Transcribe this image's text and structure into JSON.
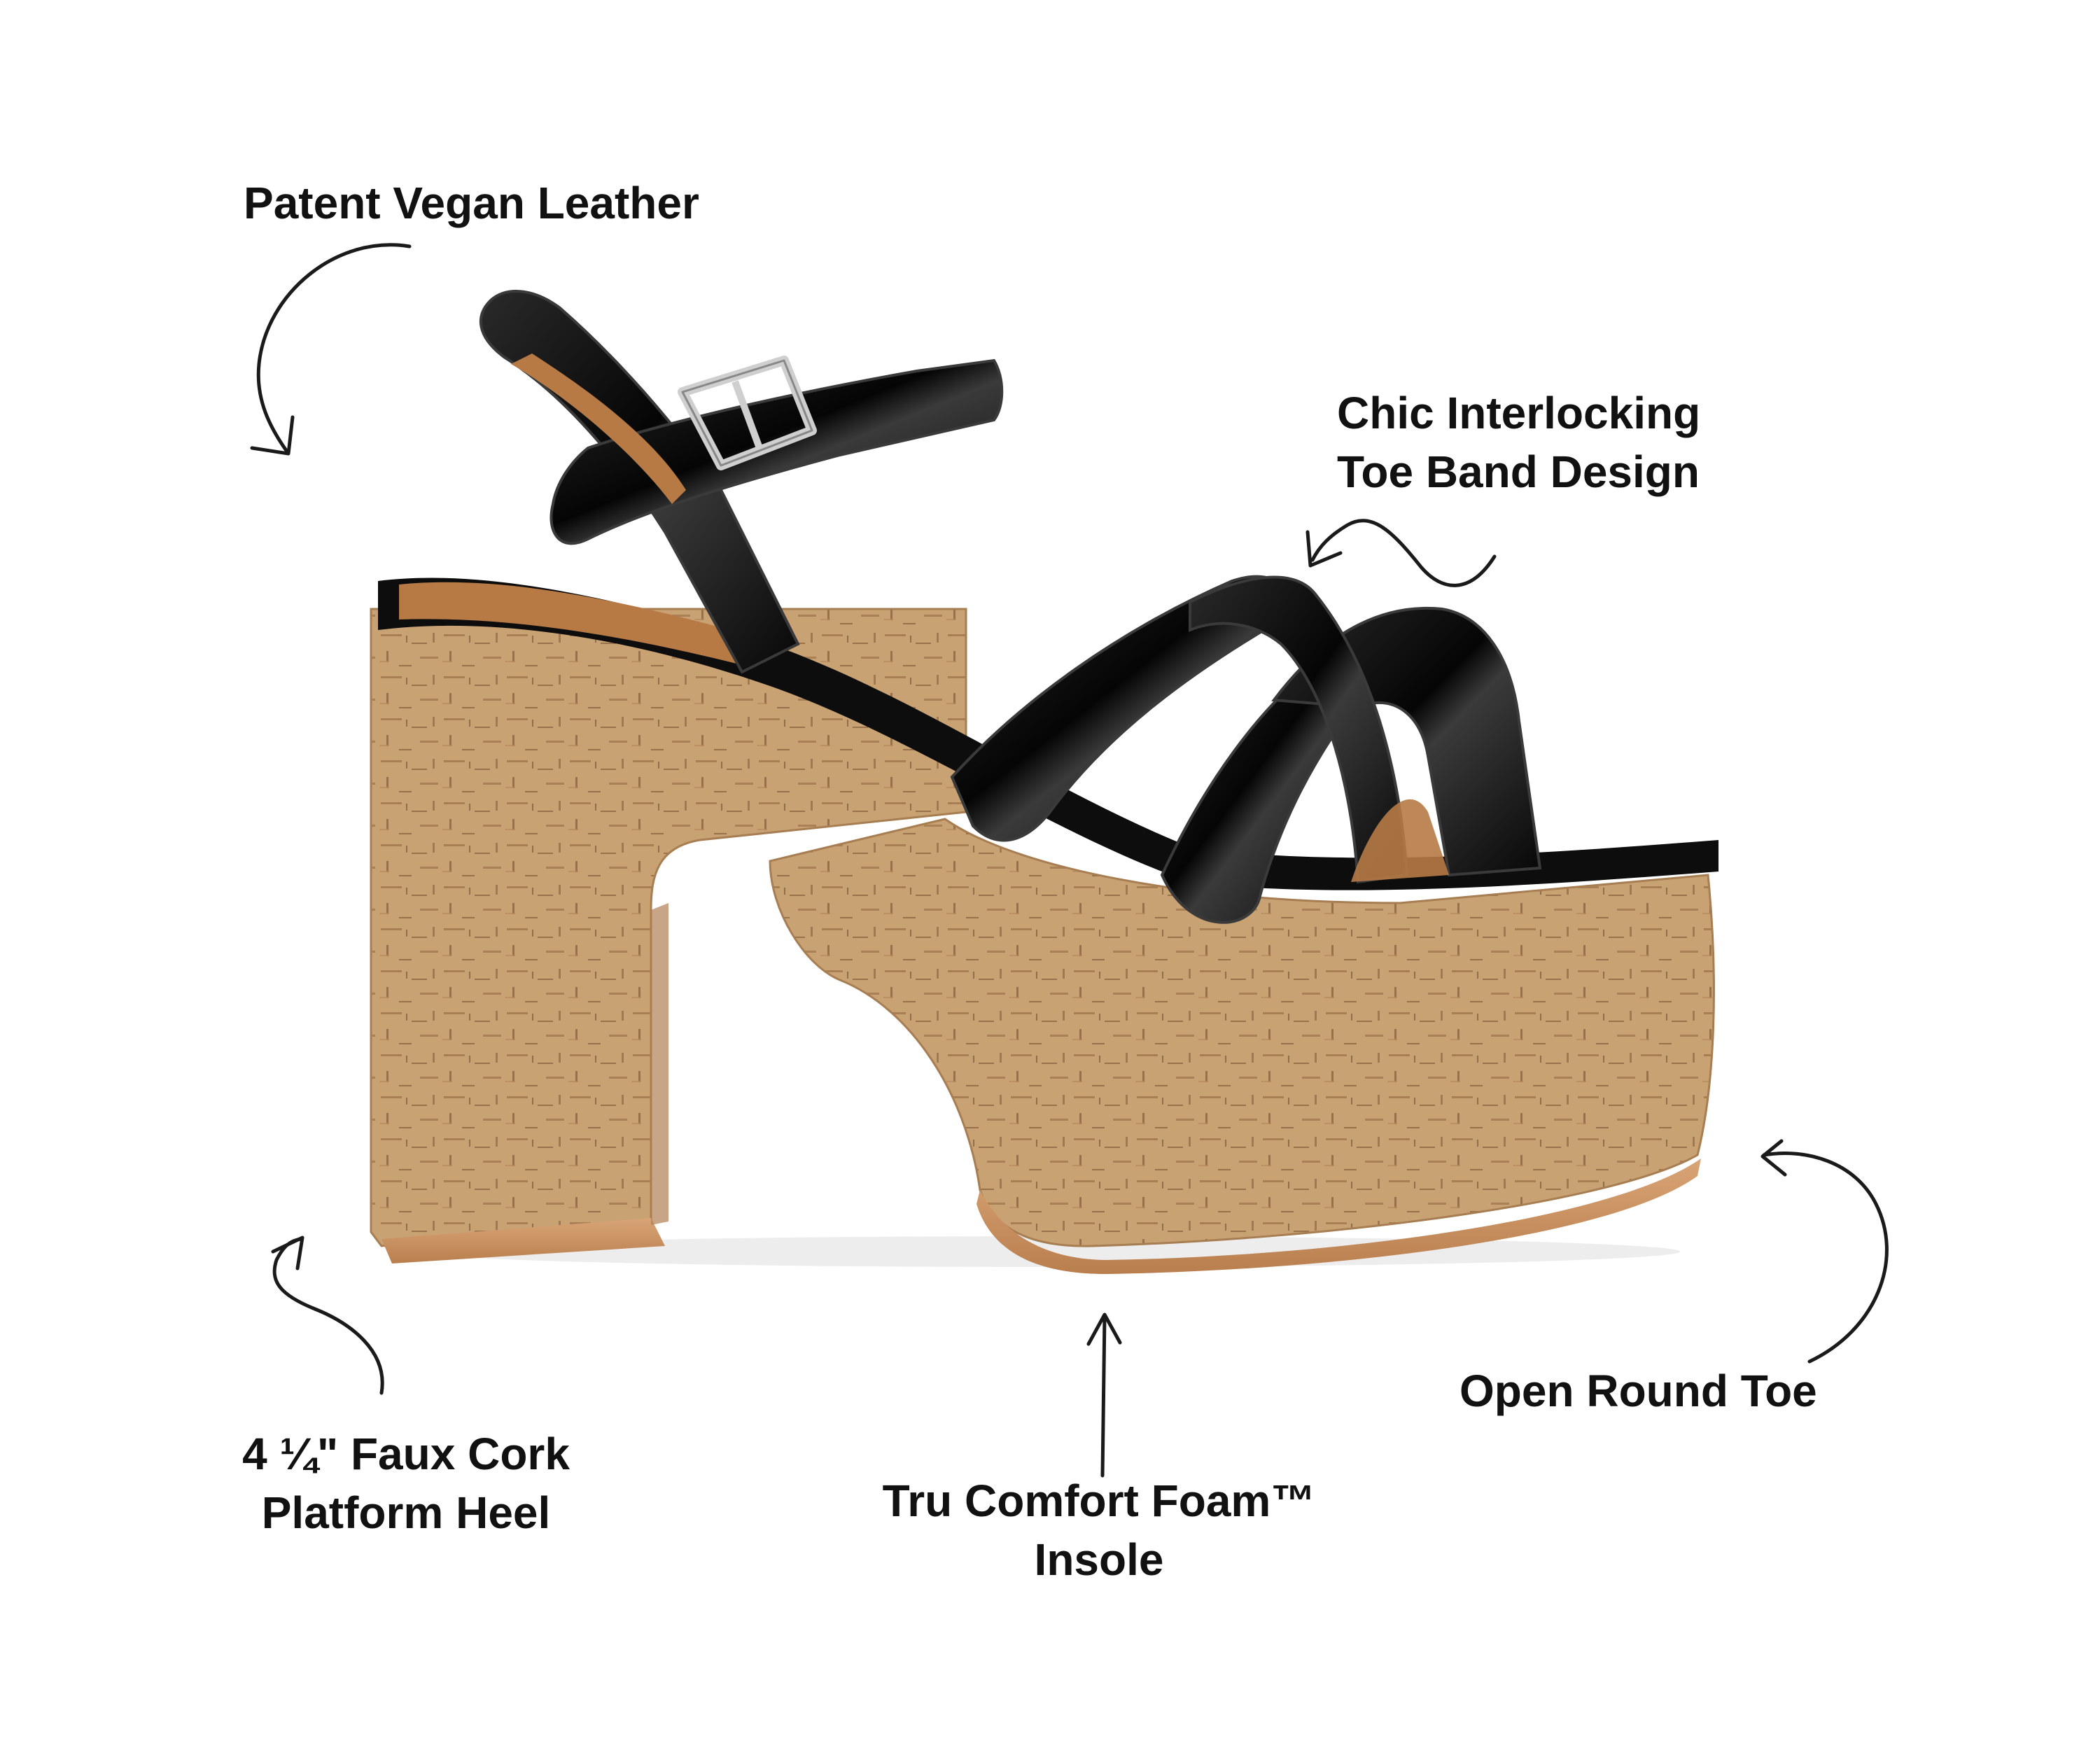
{
  "callouts": {
    "leather": {
      "text": "Patent Vegan Leather",
      "pointer": "curved-arrow-icon"
    },
    "toe_band": {
      "lines": [
        "Chic Interlocking",
        "Toe Band Design"
      ],
      "pointer": "squiggle-arrow-icon"
    },
    "heel": {
      "lines": [
        "4 ¼\" Faux Cork",
        "Platform Heel"
      ],
      "pointer": "curved-arrow-icon"
    },
    "insole": {
      "lines": [
        "Tru Comfort Foam™",
        "Insole"
      ],
      "pointer": "straight-arrow-icon"
    },
    "toe": {
      "text": "Open Round Toe",
      "pointer": "curved-arrow-icon"
    }
  },
  "product": {
    "type": "platform sandal",
    "colors": {
      "upper": "#0d0d0d",
      "cork": "#c9a274",
      "cork_dark": "#7a5230",
      "lining": "#b77a45",
      "sole": "#d49a6a",
      "buckle": "#c8c8c8"
    }
  }
}
